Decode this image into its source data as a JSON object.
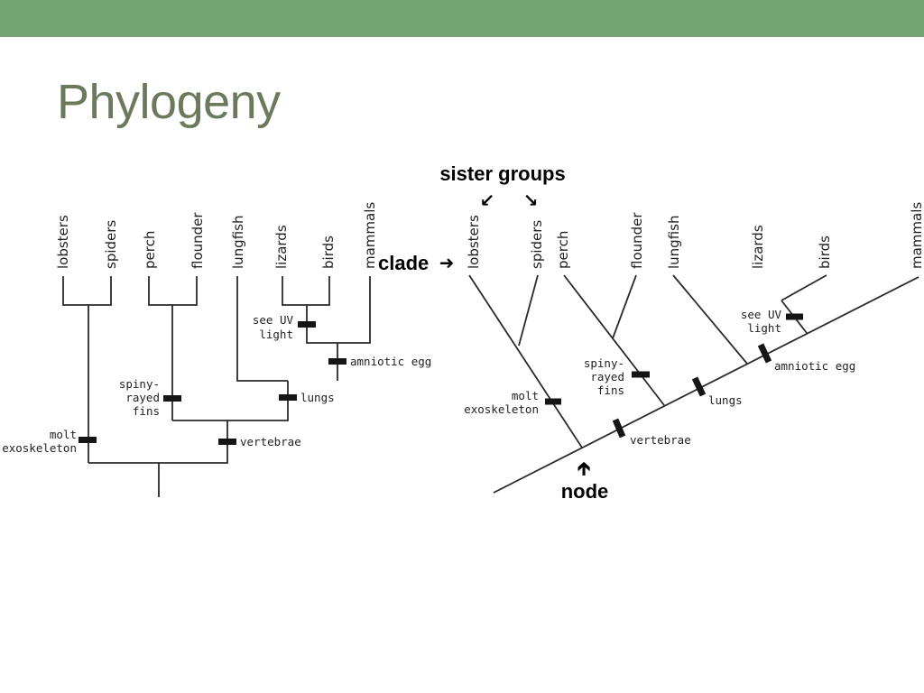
{
  "slide": {
    "title": "Phylogeny"
  },
  "left_tree": {
    "taxa": [
      "lobsters",
      "spiders",
      "perch",
      "flounder",
      "lungfish",
      "lizards",
      "birds",
      "mammals"
    ],
    "traits": {
      "molt_line1": "molt",
      "molt_line2": "exoskeleton",
      "spiny_line1": "spiny-",
      "spiny_line2": "rayed",
      "spiny_line3": "fins",
      "vertebrae": "vertebrae",
      "lungs": "lungs",
      "amniotic_egg": "amniotic egg",
      "uv_line1": "see UV",
      "uv_line2": "light"
    }
  },
  "right_tree": {
    "taxa": [
      "lobsters",
      "spiders",
      "perch",
      "flounder",
      "lungfish",
      "lizards",
      "birds",
      "mammals"
    ],
    "traits": {
      "molt_line1": "molt",
      "molt_line2": "exoskeleton",
      "spiny_line1": "spiny-",
      "spiny_line2": "rayed",
      "spiny_line3": "fins",
      "vertebrae": "vertebrae",
      "lungs": "lungs",
      "amniotic_egg": "amniotic egg",
      "uv_line1": "see UV",
      "uv_line2": "light"
    },
    "callouts": {
      "sister_groups": "sister groups",
      "clade": "clade",
      "node": "node"
    }
  },
  "icons": {
    "arrow_down_left": "arrow-down-left-icon",
    "arrow_down_right": "arrow-down-right-icon",
    "arrow_right": "arrow-right-icon",
    "arrow_up": "arrow-up-icon"
  },
  "colors": {
    "header_bar": "#74a474",
    "title": "#6b7a5c"
  }
}
